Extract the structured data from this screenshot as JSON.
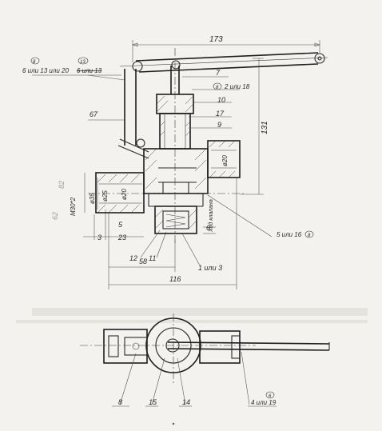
{
  "drawing": {
    "dims": {
      "overall_width": "173",
      "height": "131",
      "lever_drop": "67",
      "bottom_58": "58",
      "bottom_116": "116",
      "left_3": "3",
      "left_23": "23",
      "left_5": "5",
      "right_6": "6",
      "m30": "M30*2",
      "d35": "ø35",
      "d25": "ø25",
      "d20_left": "ø20",
      "d20_right": "ø20",
      "stroke_label": "Ход клапана",
      "faint_62": "62",
      "faint_82": "82"
    },
    "callouts": {
      "c7": "7",
      "c2": "2 или 18",
      "c10": "10",
      "c17": "17",
      "c9": "9",
      "c5": "5 или 16",
      "c12": "12",
      "c11": "11",
      "c1": "1 или 3",
      "c8": "8",
      "c15": "15",
      "c14": "14",
      "c4": "4 или 19",
      "top_left_label": "6 или 13 или 20",
      "strike_text": "6 или 13",
      "mark_a": "8",
      "mark_b": "13",
      "mark_c": "8",
      "mark_d": "6",
      "mark_e": "8"
    }
  }
}
